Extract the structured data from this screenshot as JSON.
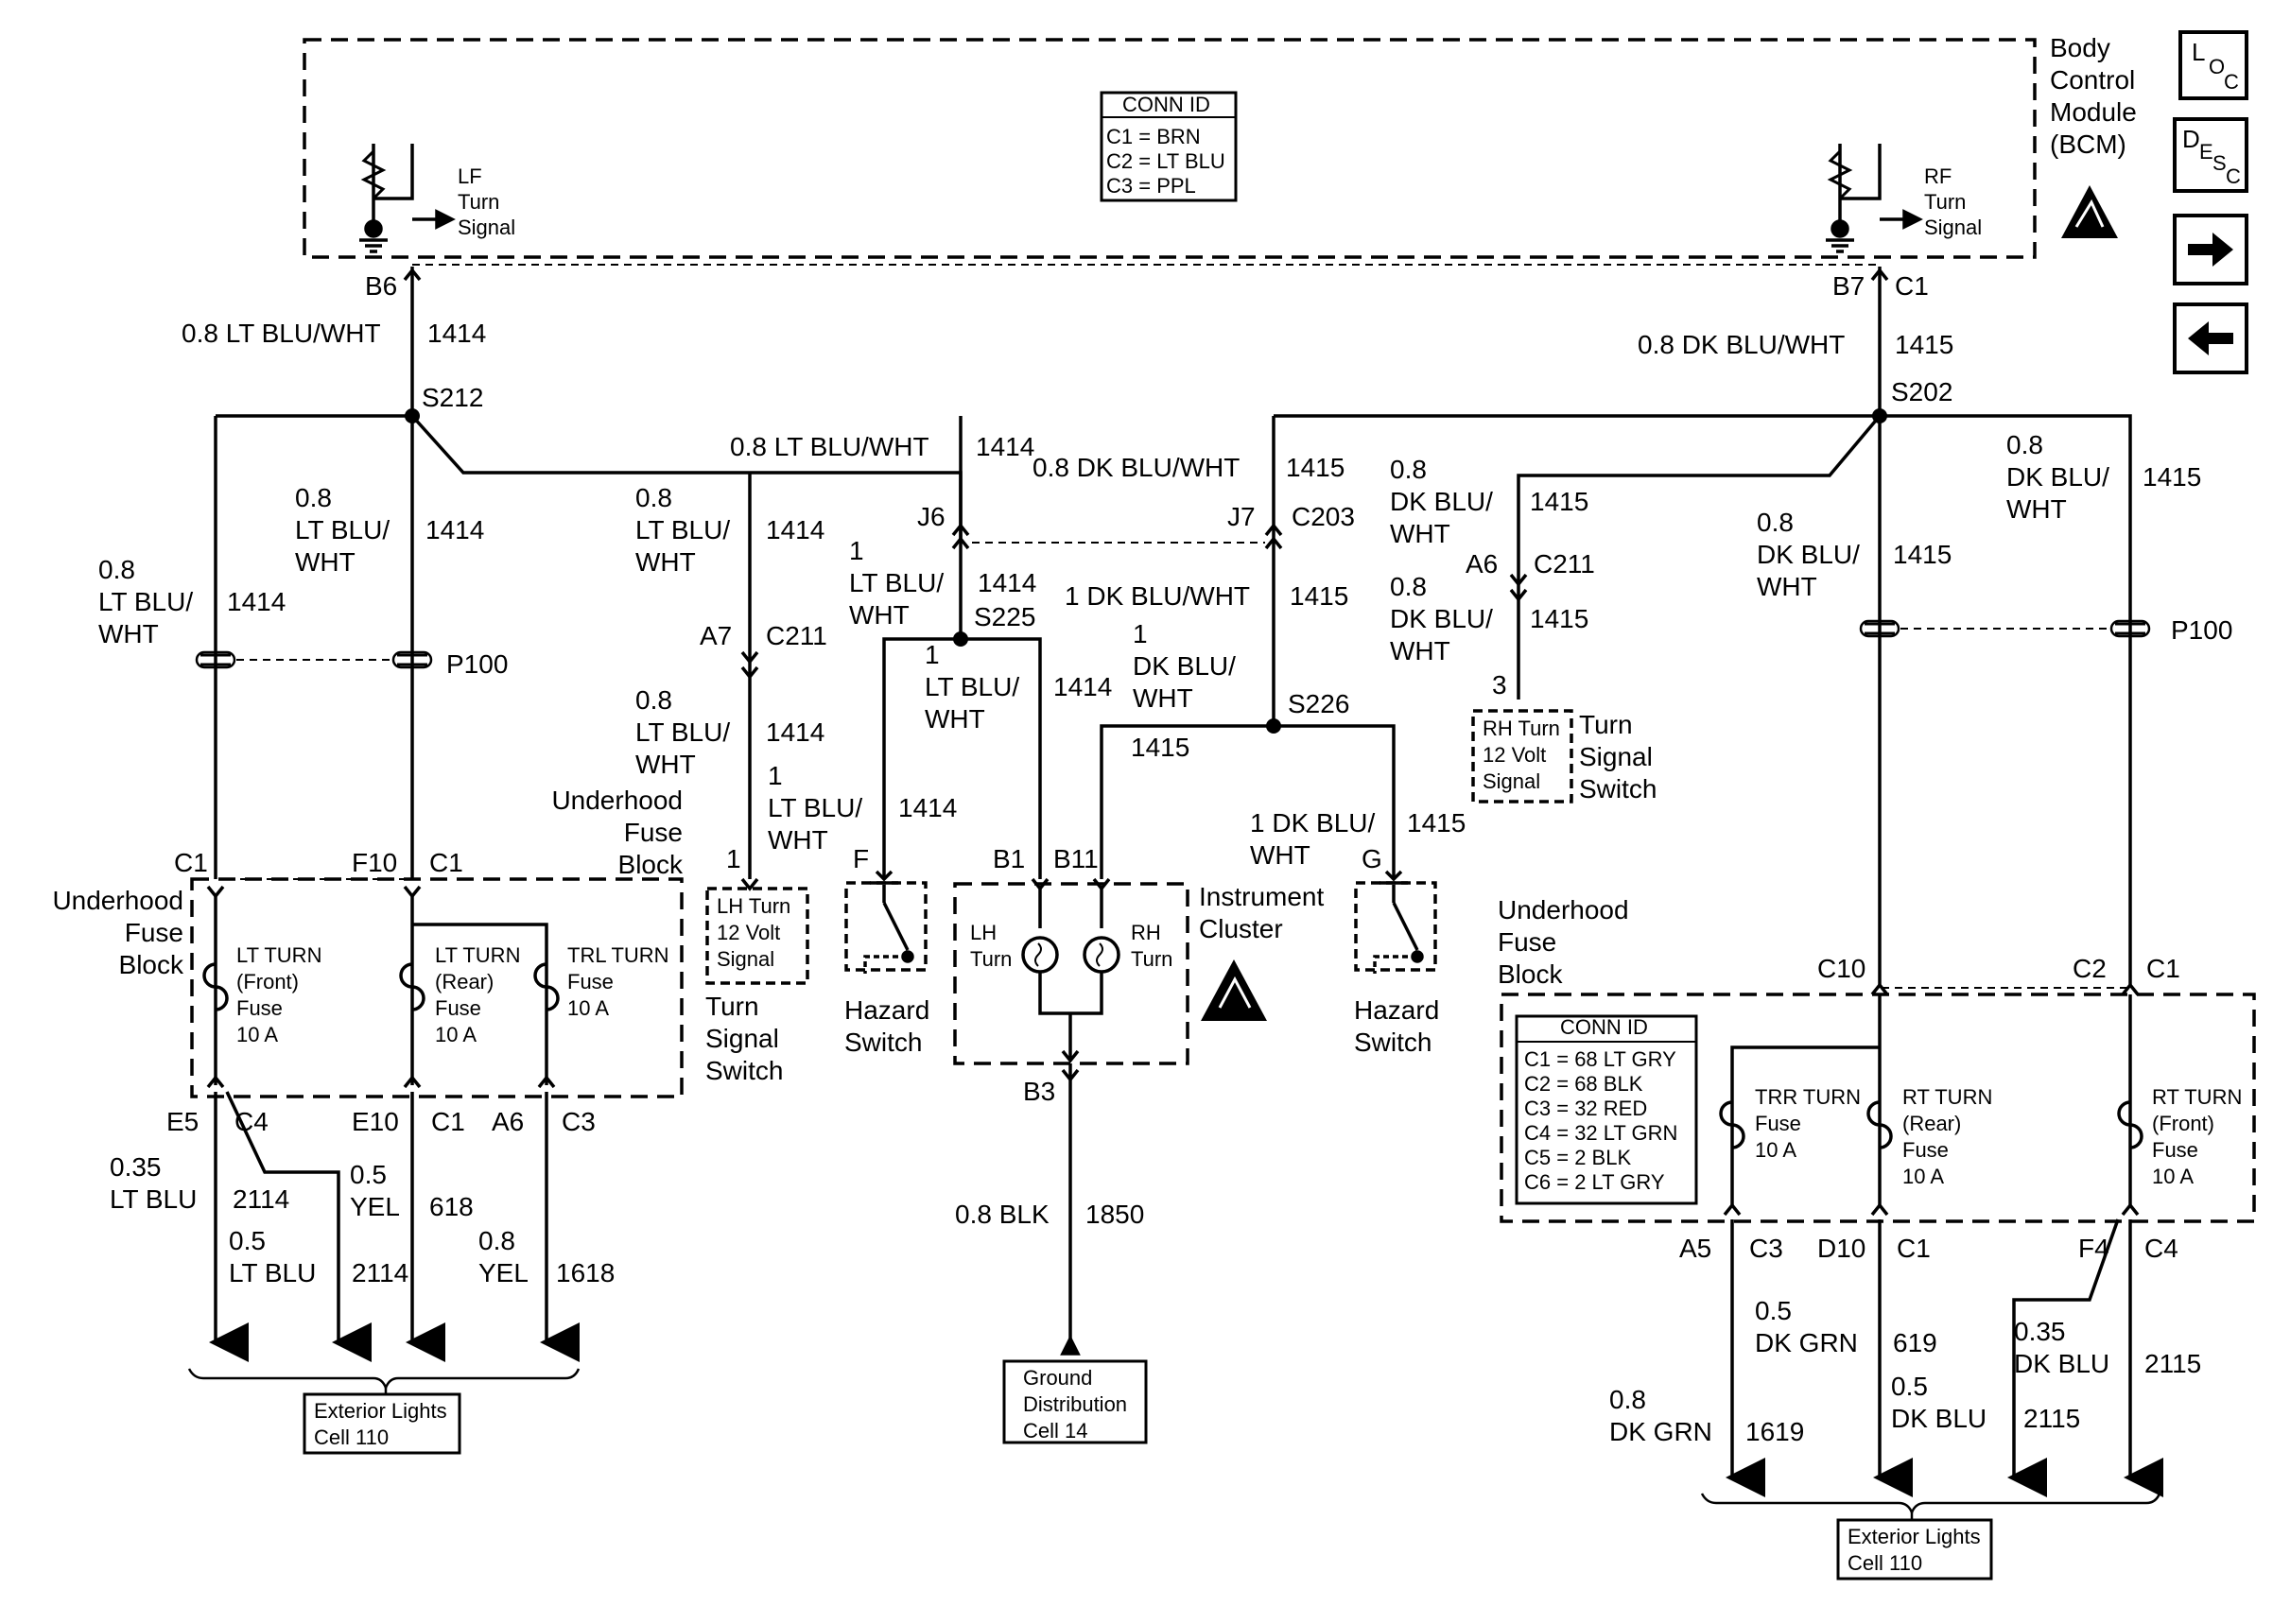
{
  "bcm": {
    "title_lines": [
      "Body",
      "Control",
      "Module",
      "(BCM)"
    ],
    "conn_id": {
      "header": "CONN ID",
      "lines": [
        "C1 = BRN",
        "C2 = LT BLU",
        "C3 = PPL"
      ]
    },
    "lf_signal": [
      "LF",
      "Turn",
      "Signal"
    ],
    "rf_signal": [
      "RF",
      "Turn",
      "Signal"
    ],
    "pin_b6": "B6",
    "pin_b7": "B7",
    "pin_c1": "C1"
  },
  "nav": {
    "loc": [
      "L",
      "O",
      "C"
    ],
    "desc": [
      "D",
      "E",
      "S",
      "C"
    ],
    "next": "➔",
    "prev": "🡄"
  },
  "wires_left": {
    "w1": "0.8 LT BLU/WHT",
    "c1": "1414",
    "s212": "S212",
    "w2": "0.8 LT BLU/WHT",
    "c2": "1414",
    "w3": [
      "0.8",
      "LT BLU/",
      "WHT"
    ],
    "c3": "1414",
    "w4": [
      "0.8",
      "LT BLU/",
      "WHT"
    ],
    "c4": "1414",
    "w5": [
      "0.8",
      "LT BLU/",
      "WHT"
    ],
    "c5": "1414",
    "p100": "P100",
    "a7": "A7",
    "c211": "C211",
    "w6": [
      "0.8",
      "LT BLU/",
      "WHT"
    ],
    "c6": "1414",
    "w7": [
      "1",
      "LT BLU/",
      "WHT"
    ],
    "c7": "1414",
    "pin1": "1"
  },
  "fuse_left": {
    "title": [
      "Underhood",
      "Fuse",
      "Block"
    ],
    "ext_title": [
      "Underhood",
      "Fuse",
      "Block"
    ],
    "c1a": "C1",
    "f10": "F10",
    "c1b": "C1",
    "f1": [
      "LT TURN",
      "(Front)",
      "Fuse",
      "10 A"
    ],
    "f2": [
      "LT TURN",
      "(Rear)",
      "Fuse",
      "10 A"
    ],
    "f3": [
      "TRL TURN",
      "Fuse",
      "10 A"
    ],
    "e5": "E5",
    "c4": "C4",
    "e10": "E10",
    "c1c": "C1",
    "a6": "A6",
    "c3": "C3",
    "w1": [
      "0.35",
      "LT BLU"
    ],
    "cw1": "2114",
    "w2": [
      "0.5",
      "LT BLU"
    ],
    "cw2": "2114",
    "w3": [
      "0.5",
      "YEL"
    ],
    "cw3": "618",
    "w4": [
      "0.8",
      "YEL"
    ],
    "cw4": "1618",
    "ext": [
      "Exterior Lights",
      "Cell 110"
    ]
  },
  "lh_switch": {
    "box": [
      "LH Turn",
      "12 Volt",
      "Signal"
    ],
    "label": [
      "Turn",
      "Signal",
      "Switch"
    ]
  },
  "center": {
    "j6": "J6",
    "j7": "J7",
    "c203": "C203",
    "w1": "0.8 DK BLU/WHT",
    "c1": "1415",
    "w2": [
      "1",
      "LT BLU/",
      "WHT"
    ],
    "c2": "1414",
    "s225": "S225",
    "w3": [
      "1",
      "LT BLU/",
      "WHT"
    ],
    "c3": "1414",
    "w4": "1 DK BLU/WHT",
    "c4": "1415",
    "w5": [
      "1",
      "DK BLU/",
      "WHT"
    ],
    "c5": "1415",
    "s226": "S226",
    "w6": [
      "1 DK BLU/",
      "WHT"
    ],
    "c6": "1415",
    "f": "F",
    "g": "G",
    "b1": "B1",
    "b11": "B11",
    "b3": "B3",
    "hazard": [
      "Hazard",
      "Switch"
    ],
    "lh": [
      "LH",
      "Turn"
    ],
    "rh": [
      "RH",
      "Turn"
    ],
    "ic": [
      "Instrument",
      "Cluster"
    ],
    "blk": "0.8 BLK",
    "cblk": "1850",
    "ground": [
      "Ground",
      "Distribution",
      "Cell 14"
    ]
  },
  "wires_right": {
    "w1": "0.8 DK BLU/WHT",
    "c1": "1415",
    "s202": "S202",
    "w2": [
      "0.8",
      "DK BLU/",
      "WHT"
    ],
    "c2": "1415",
    "a6": "A6",
    "c211": "C211",
    "w3": [
      "0.8",
      "DK BLU/",
      "WHT"
    ],
    "c3": "1415",
    "pin3": "3",
    "w4": [
      "0.8",
      "DK BLU/",
      "WHT"
    ],
    "c4": "1415",
    "w5": [
      "0.8",
      "DK BLU/",
      "WHT"
    ],
    "c5": "1415",
    "p100": "P100"
  },
  "rh_switch": {
    "box": [
      "RH Turn",
      "12 Volt",
      "Signal"
    ],
    "label": [
      "Turn",
      "Signal",
      "Switch"
    ]
  },
  "fuse_right": {
    "title": [
      "Underhood",
      "Fuse",
      "Block"
    ],
    "c10": "C10",
    "c2": "C2",
    "c1": "C1",
    "conn_id": {
      "header": "CONN ID",
      "lines": [
        "C1 = 68 LT GRY",
        "C2 = 68 BLK",
        "C3 = 32 RED",
        "C4 = 32 LT GRN",
        "C5 = 2 BLK",
        "C6 = 2 LT GRY"
      ]
    },
    "f1": [
      "TRR TURN",
      "Fuse",
      "10 A"
    ],
    "f2": [
      "RT TURN",
      "(Rear)",
      "Fuse",
      "10 A"
    ],
    "f3": [
      "RT TURN",
      "(Front)",
      "Fuse",
      "10 A"
    ],
    "a5": "A5",
    "c3": "C3",
    "d10": "D10",
    "c1b": "C1",
    "f4": "F4",
    "c4": "C4",
    "w1": [
      "0.8",
      "DK GRN"
    ],
    "cw1": "1619",
    "w2": [
      "0.5",
      "DK GRN"
    ],
    "cw2": "619",
    "w3": [
      "0.5",
      "DK BLU"
    ],
    "cw3": "2115",
    "w4": [
      "0.35",
      "DK BLU"
    ],
    "cw4": "2115",
    "ext": [
      "Exterior Lights",
      "Cell 110"
    ]
  }
}
